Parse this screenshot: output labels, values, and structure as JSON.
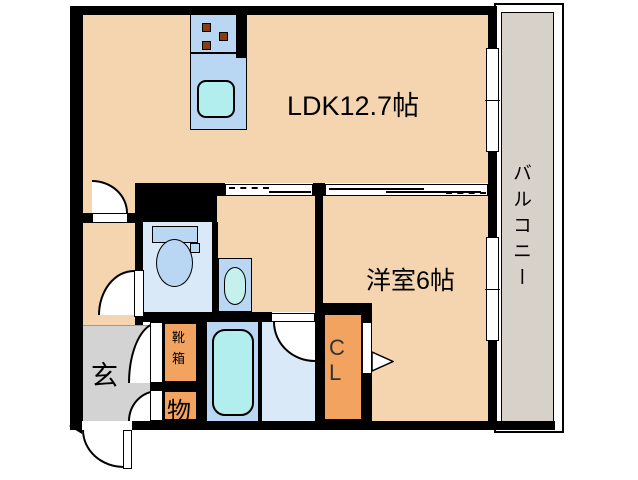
{
  "plan": {
    "type": "apartment-floor-plan",
    "rooms": {
      "ldk": "LDK12.7帖",
      "western_room": "洋室6帖",
      "balcony": "バルコニー",
      "entrance": "玄",
      "shoe_box": "靴箱",
      "storage": "物",
      "closet": "CL"
    },
    "fixtures": [
      "kitchen-stove",
      "kitchen-sink",
      "toilet",
      "washbasin",
      "bathtub",
      "door-swing",
      "sliding-door",
      "window",
      "entrance-arrow"
    ],
    "colors": {
      "wall": "#000000",
      "room_floor": "#f4d5b0",
      "entrance_floor": "#d3d3d3",
      "balcony_floor": "#d8d1c9",
      "wet_room_floor": "#d9e9f8",
      "fixture_blue": "#b9d6f2",
      "fixture_cyan": "#b2eeee",
      "closet_orange": "#f2a35f",
      "burner_brown": "#8a3c10"
    }
  }
}
